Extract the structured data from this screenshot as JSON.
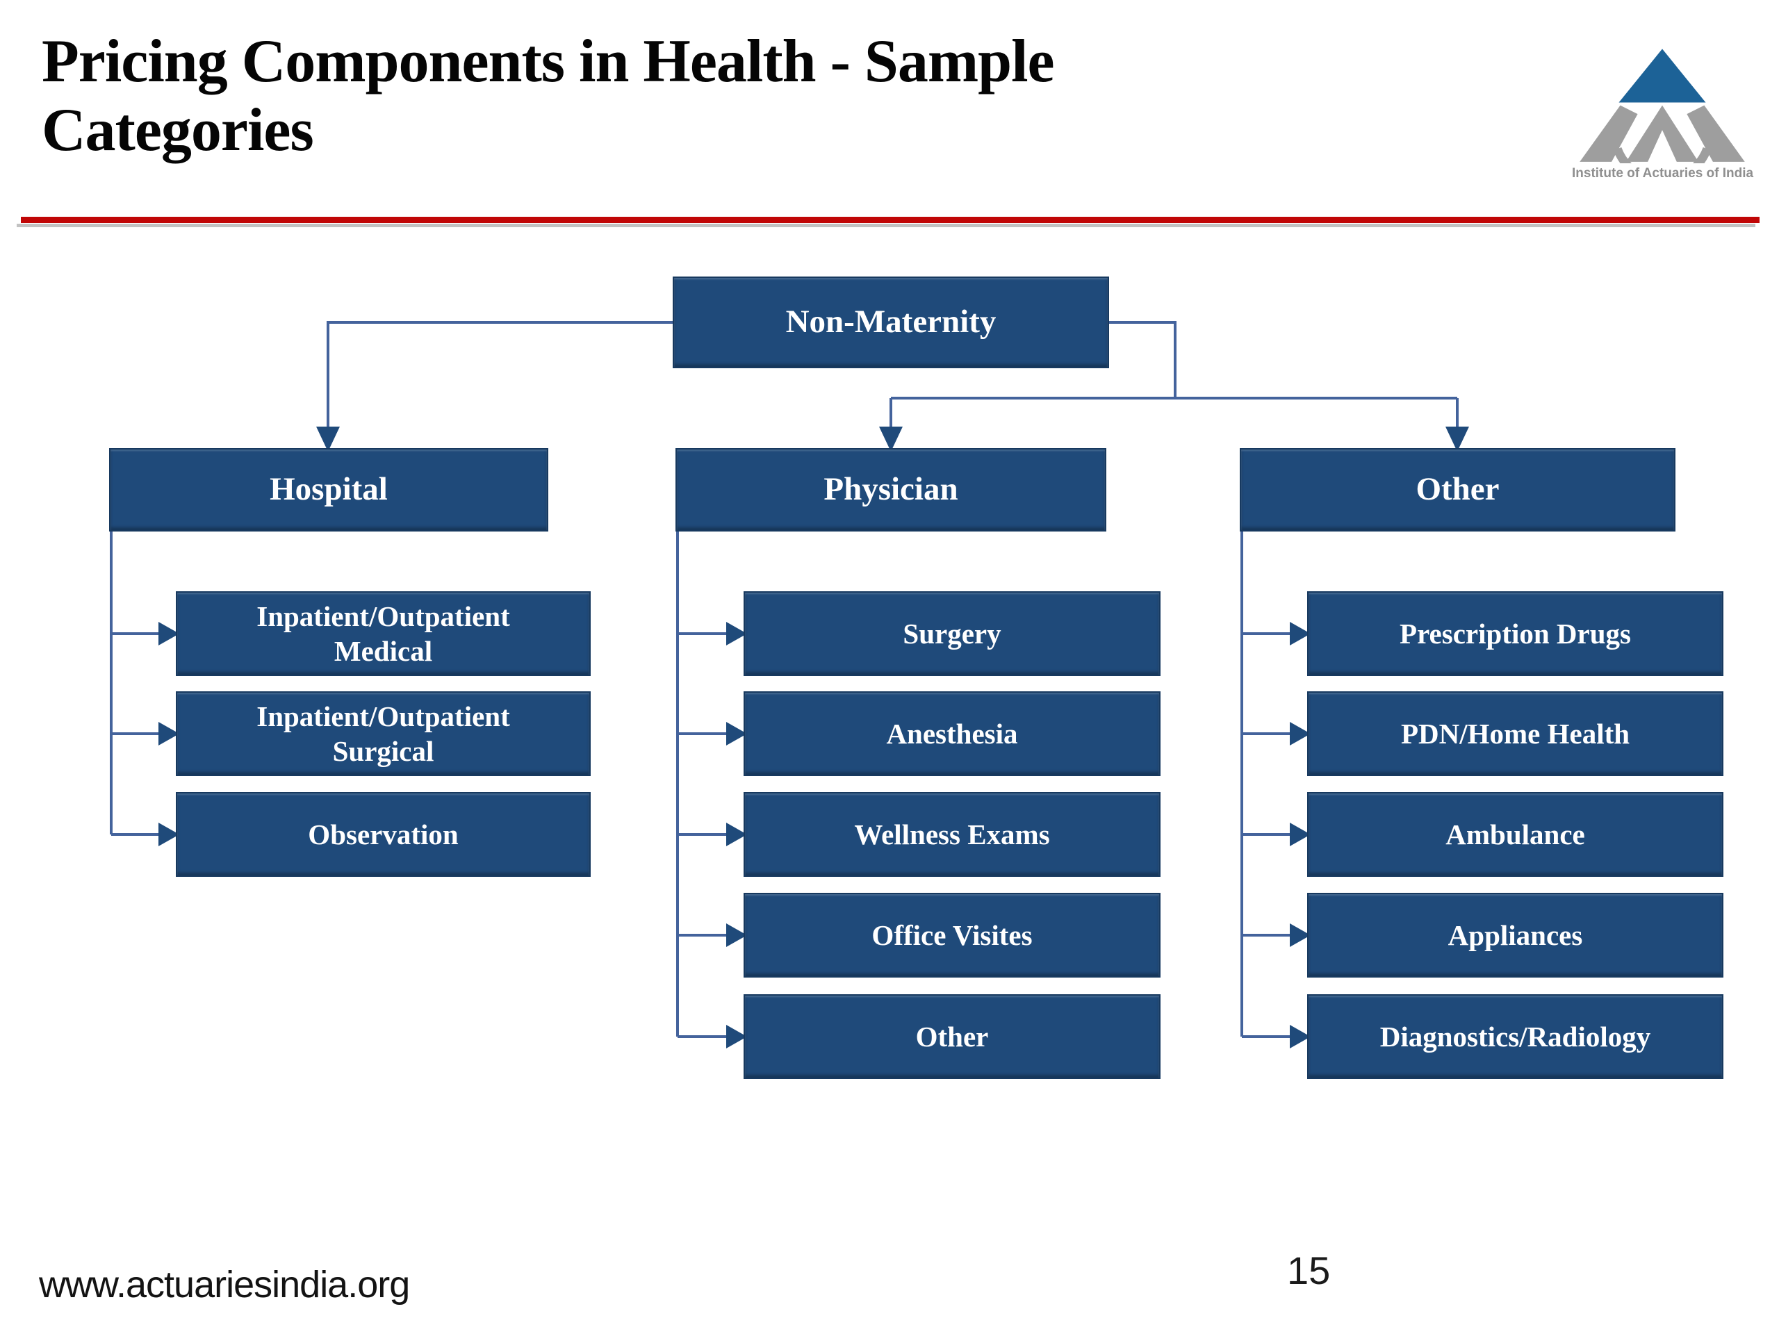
{
  "slide": {
    "title": "Pricing Components in Health  - Sample\nCategories",
    "logo": {
      "caption": "Institute of Actuaries of India"
    },
    "footer": {
      "website": "www.actuariesindia.org",
      "page_number": "15"
    }
  },
  "colors": {
    "box_fill": "#1F4A7A",
    "box_border": "#17395F",
    "connector": "#44639C",
    "arrow_fill": "#1F4A7A",
    "rule_red": "#C00606",
    "rule_shadow": "#ADADAD",
    "logo_blue": "#1C6297",
    "logo_gray": "#9E9E9E"
  },
  "tree": {
    "root": {
      "label": "Non-Maternity"
    },
    "branches": [
      {
        "label": "Hospital",
        "children": [
          "Inpatient/Outpatient\nMedical",
          "Inpatient/Outpatient\nSurgical",
          "Observation"
        ]
      },
      {
        "label": "Physician",
        "children": [
          "Surgery",
          "Anesthesia",
          "Wellness Exams",
          "Office Visites",
          "Other"
        ]
      },
      {
        "label": "Other",
        "children": [
          "Prescription Drugs",
          "PDN/Home Health",
          "Ambulance",
          "Appliances",
          "Diagnostics/Radiology"
        ]
      }
    ]
  }
}
